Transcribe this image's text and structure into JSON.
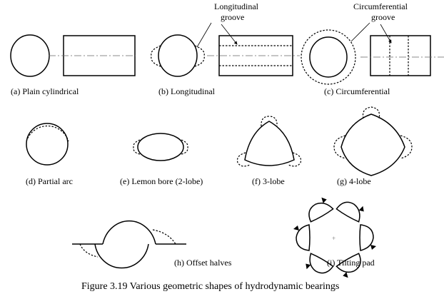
{
  "figure": {
    "caption": "Figure 3.19 Various geometric shapes of hydrodynamic bearings",
    "panels": [
      {
        "label": "(a) Plain cylindrical"
      },
      {
        "label": "(b) Longitudinal",
        "callout": [
          "Longitudinal",
          "groove"
        ]
      },
      {
        "label": "(c) Circumferential",
        "callout": [
          "Circumferential",
          "groove"
        ]
      },
      {
        "label": "(d) Partial arc"
      },
      {
        "label": "(e) Lemon bore (2-lobe)"
      },
      {
        "label": "(f) 3-lobe"
      },
      {
        "label": "(g) 4-lobe"
      },
      {
        "label": "(h) Offset halves"
      },
      {
        "label": "(i) Tilting pad"
      }
    ]
  }
}
